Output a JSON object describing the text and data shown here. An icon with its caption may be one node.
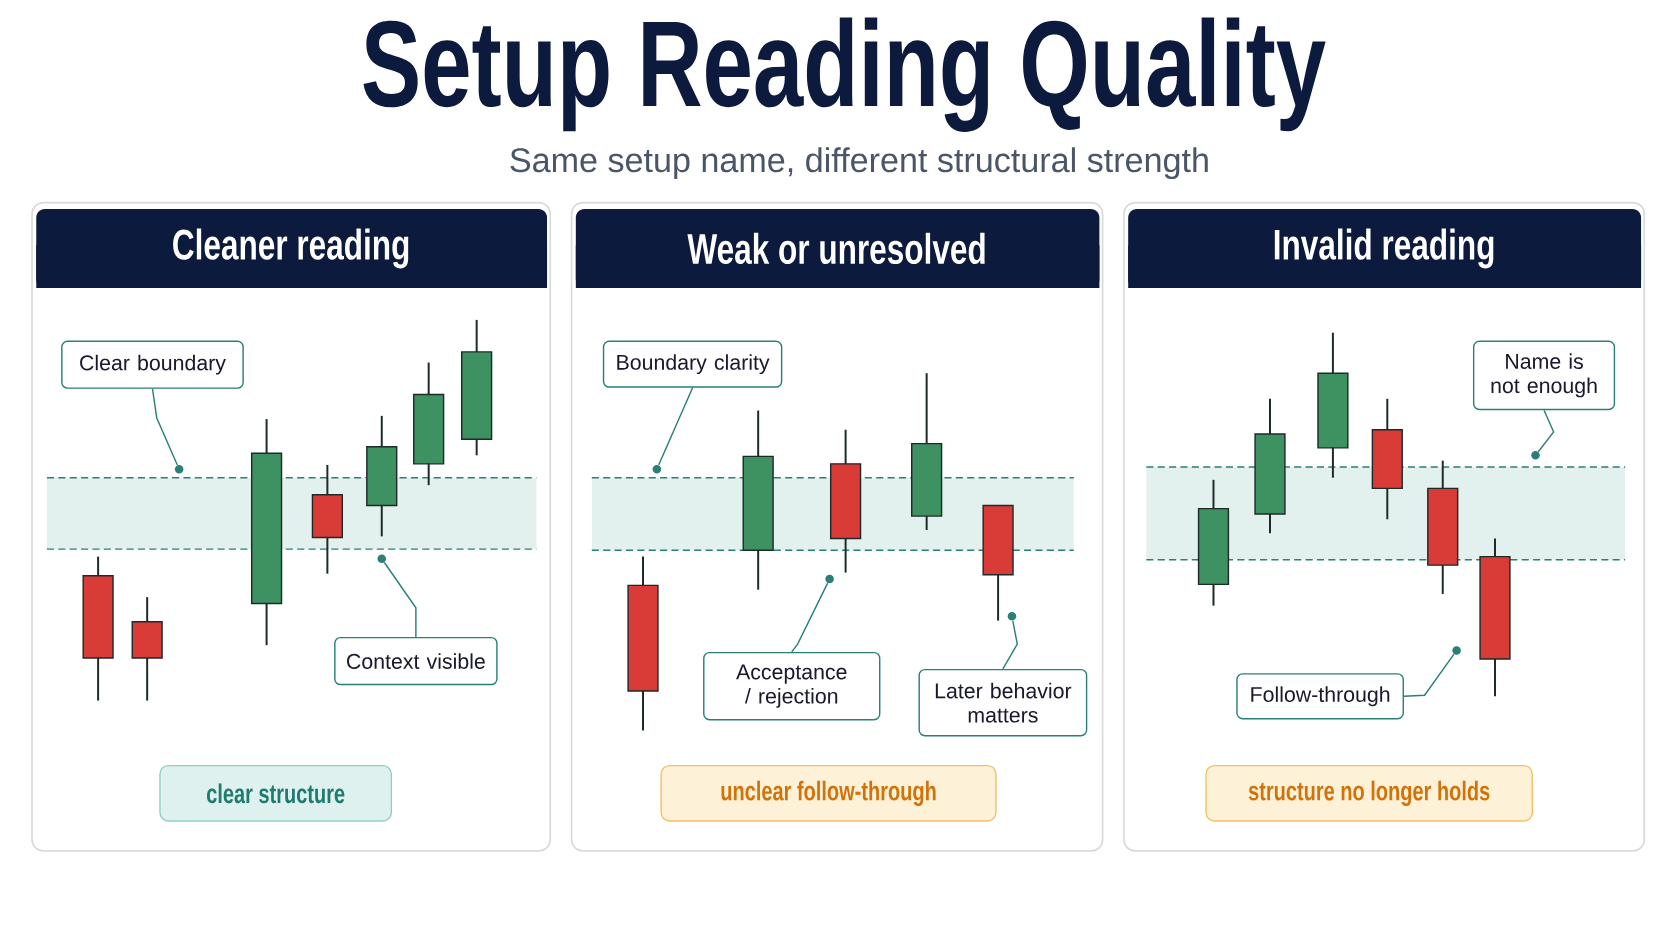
{
  "diagram": {
    "title": "Setup Reading Quality",
    "nodes": [
      {
        "text": [
          "Cleaner reading"
        ]
      },
      {
        "text": [
          "Clear boundary"
        ],
        "in": 0
      },
      {
        "text": [],
        "shape": "circle",
        "in": 0
      },
      {
        "text": [
          "Context visible"
        ],
        "in": 0
      },
      {
        "text": [],
        "shape": "circle",
        "in": 0
      },
      {
        "text": [
          "clear structure"
        ],
        "in": 0
      },
      {
        "text": [
          "Weak or unresolved"
        ]
      },
      {
        "text": [
          "Boundary clarity"
        ],
        "in": 6
      },
      {
        "text": [],
        "shape": "circle",
        "in": 6
      },
      {
        "text": [
          "Acceptance / rejection"
        ],
        "in": 6
      },
      {
        "text": [],
        "shape": "circle",
        "in": 6
      },
      {
        "text": [
          "Later behavior matters"
        ],
        "in": 6
      },
      {
        "text": [],
        "shape": "circle",
        "in": 6
      },
      {
        "text": [
          "unclear follow-through"
        ],
        "in": 6
      },
      {
        "text": [
          "Invalid reading"
        ]
      },
      {
        "text": [
          "Name is not enough"
        ],
        "in": 14
      },
      {
        "text": [],
        "shape": "circle",
        "in": 14
      },
      {
        "text": [
          "Follow-through"
        ],
        "in": 14
      },
      {
        "text": [],
        "shape": "circle",
        "in": 14
      },
      {
        "text": [
          "structure no longer holds"
        ],
        "in": 14
      }
    ],
    "edges": [
      {
        "from": 1,
        "to": 2,
        "arrow": "none"
      },
      {
        "from": 3,
        "to": 4,
        "arrow": "none"
      },
      {
        "from": 7,
        "to": 8,
        "arrow": "none"
      },
      {
        "from": 9,
        "to": 10,
        "arrow": "none"
      },
      {
        "from": 11,
        "to": 12,
        "arrow": "none"
      },
      {
        "from": 15,
        "to": 16,
        "arrow": "none"
      },
      {
        "from": 17,
        "to": 18,
        "arrow": "none"
      }
    ],
    "labels": [
      "Same setup name, different structural strength"
    ]
  }
}
